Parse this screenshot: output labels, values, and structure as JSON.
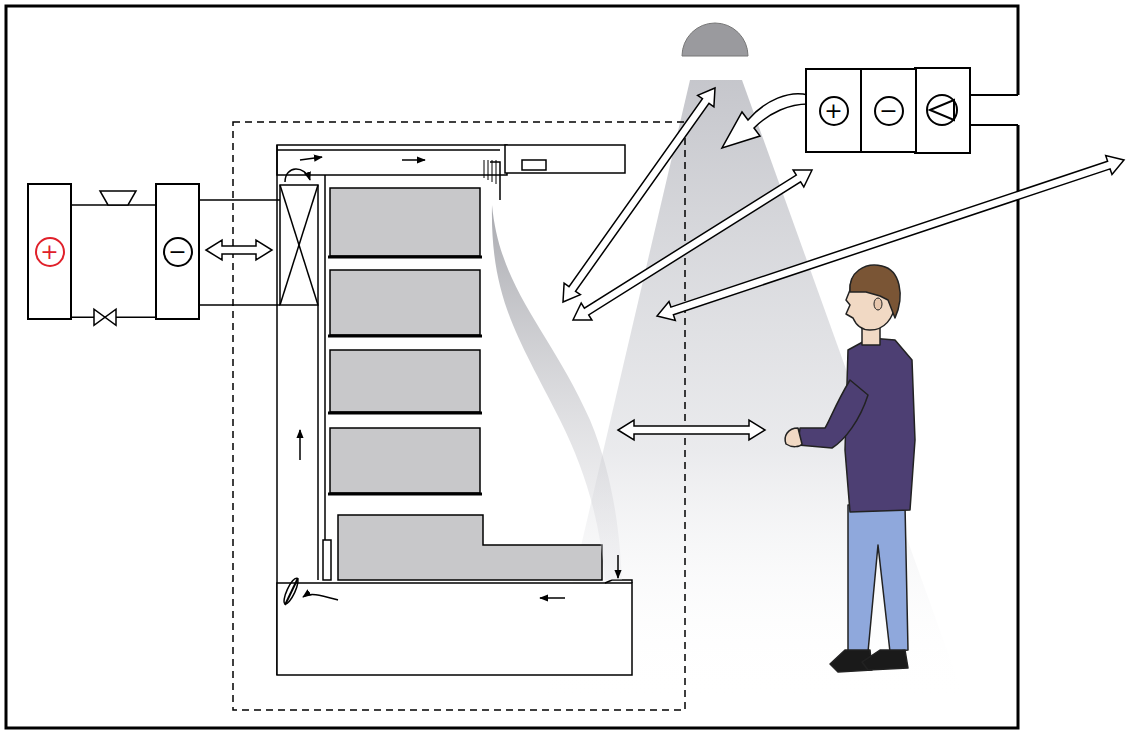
{
  "diagram": {
    "nodes": [
      {
        "text": [
          "+"
        ]
      },
      {
        "text": [
          "−"
        ]
      },
      {
        "text": [
          "+"
        ]
      },
      {
        "text": [
          "−"
        ]
      }
    ],
    "edges": [
      {
        "from": 0,
        "to": 1,
        "arrow": "none"
      },
      {
        "from": 0,
        "to": 1,
        "arrow": "none"
      }
    ]
  }
}
